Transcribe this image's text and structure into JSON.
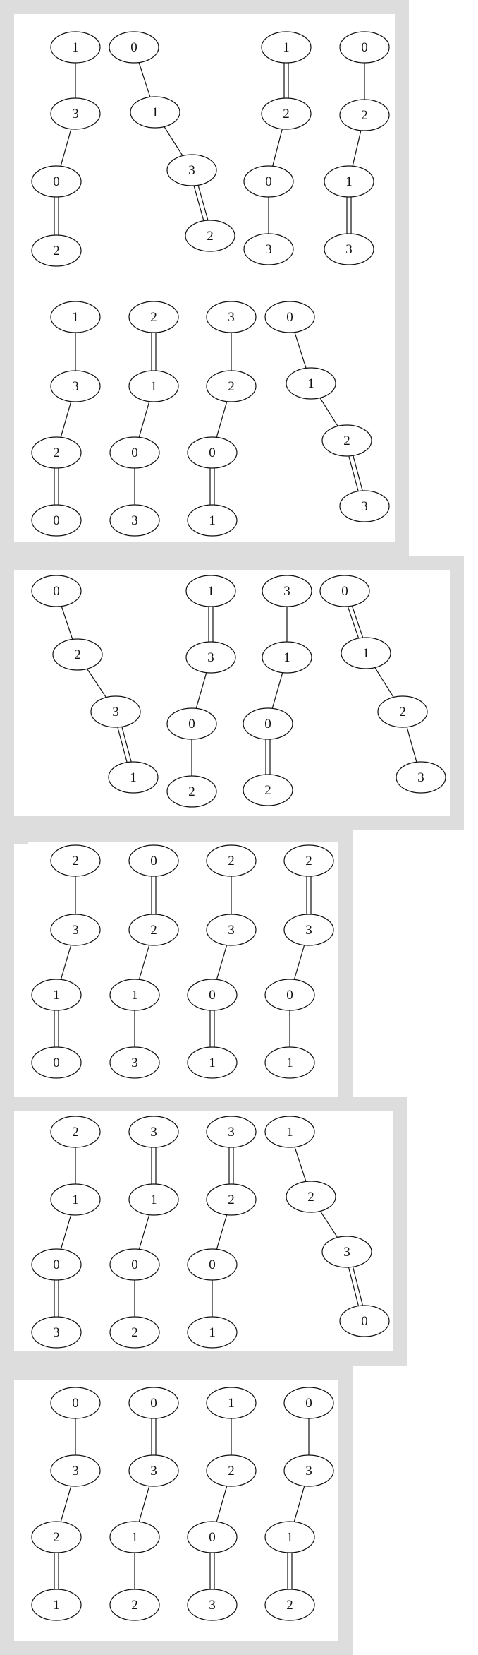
{
  "colors": {
    "background_frame": "#dddddd",
    "panel": "#ffffff",
    "stroke": "#111111",
    "text": "#111111"
  },
  "panels": [
    {
      "graphs": [
        {
          "nodes": [
            "1",
            "3",
            "0",
            "2"
          ],
          "edges": [
            [
              0,
              1,
              1
            ],
            [
              1,
              2,
              1
            ],
            [
              2,
              3,
              2
            ]
          ]
        },
        {
          "nodes": [
            "0",
            "1",
            "3",
            "2"
          ],
          "edges": [
            [
              0,
              1,
              1
            ],
            [
              1,
              2,
              1
            ],
            [
              2,
              3,
              2
            ]
          ]
        },
        {
          "nodes": [
            "1",
            "2",
            "0",
            "3"
          ],
          "edges": [
            [
              0,
              1,
              2
            ],
            [
              1,
              2,
              1
            ],
            [
              2,
              3,
              1
            ]
          ]
        },
        {
          "nodes": [
            "0",
            "2",
            "1",
            "3"
          ],
          "edges": [
            [
              0,
              1,
              1
            ],
            [
              1,
              2,
              1
            ],
            [
              2,
              3,
              2
            ]
          ]
        }
      ]
    },
    {
      "graphs": [
        {
          "nodes": [
            "1",
            "3",
            "2",
            "0"
          ],
          "edges": [
            [
              0,
              1,
              1
            ],
            [
              1,
              2,
              1
            ],
            [
              2,
              3,
              2
            ]
          ]
        },
        {
          "nodes": [
            "2",
            "1",
            "0",
            "3"
          ],
          "edges": [
            [
              0,
              1,
              2
            ],
            [
              1,
              2,
              1
            ],
            [
              2,
              3,
              1
            ]
          ]
        },
        {
          "nodes": [
            "3",
            "2",
            "0",
            "1"
          ],
          "edges": [
            [
              0,
              1,
              1
            ],
            [
              1,
              2,
              1
            ],
            [
              2,
              3,
              2
            ]
          ]
        },
        {
          "nodes": [
            "0",
            "1",
            "2",
            "3"
          ],
          "edges": [
            [
              0,
              1,
              1
            ],
            [
              1,
              2,
              1
            ],
            [
              2,
              3,
              2
            ]
          ]
        }
      ]
    },
    {
      "graphs": [
        {
          "nodes": [
            "0",
            "2",
            "3",
            "1"
          ],
          "edges": [
            [
              0,
              1,
              1
            ],
            [
              1,
              2,
              1
            ],
            [
              2,
              3,
              2
            ]
          ]
        },
        {
          "nodes": [
            "1",
            "3",
            "0",
            "2"
          ],
          "edges": [
            [
              0,
              1,
              2
            ],
            [
              1,
              2,
              1
            ],
            [
              2,
              3,
              1
            ]
          ]
        },
        {
          "nodes": [
            "3",
            "1",
            "0",
            "2"
          ],
          "edges": [
            [
              0,
              1,
              1
            ],
            [
              1,
              2,
              1
            ],
            [
              2,
              3,
              2
            ]
          ]
        },
        {
          "nodes": [
            "0",
            "1",
            "2",
            "3"
          ],
          "edges": [
            [
              0,
              1,
              2
            ],
            [
              1,
              2,
              1
            ],
            [
              2,
              3,
              1
            ]
          ]
        }
      ]
    },
    {
      "graphs": [
        {
          "nodes": [
            "2",
            "3",
            "1",
            "0"
          ],
          "edges": [
            [
              0,
              1,
              1
            ],
            [
              1,
              2,
              1
            ],
            [
              2,
              3,
              2
            ]
          ]
        },
        {
          "nodes": [
            "0",
            "2",
            "1",
            "3"
          ],
          "edges": [
            [
              0,
              1,
              2
            ],
            [
              1,
              2,
              1
            ],
            [
              2,
              3,
              1
            ]
          ]
        },
        {
          "nodes": [
            "2",
            "3",
            "0",
            "1"
          ],
          "edges": [
            [
              0,
              1,
              1
            ],
            [
              1,
              2,
              1
            ],
            [
              2,
              3,
              2
            ]
          ]
        },
        {
          "nodes": [
            "2",
            "3",
            "0",
            "1"
          ],
          "edges": [
            [
              0,
              1,
              2
            ],
            [
              1,
              2,
              1
            ],
            [
              2,
              3,
              1
            ]
          ]
        }
      ]
    },
    {
      "graphs": [
        {
          "nodes": [
            "2",
            "1",
            "0",
            "3"
          ],
          "edges": [
            [
              0,
              1,
              1
            ],
            [
              1,
              2,
              1
            ],
            [
              2,
              3,
              2
            ]
          ]
        },
        {
          "nodes": [
            "3",
            "1",
            "0",
            "2"
          ],
          "edges": [
            [
              0,
              1,
              2
            ],
            [
              1,
              2,
              1
            ],
            [
              2,
              3,
              1
            ]
          ]
        },
        {
          "nodes": [
            "3",
            "2",
            "0",
            "1"
          ],
          "edges": [
            [
              0,
              1,
              2
            ],
            [
              1,
              2,
              1
            ],
            [
              2,
              3,
              1
            ]
          ]
        },
        {
          "nodes": [
            "1",
            "2",
            "3",
            "0"
          ],
          "edges": [
            [
              0,
              1,
              1
            ],
            [
              1,
              2,
              1
            ],
            [
              2,
              3,
              2
            ]
          ]
        }
      ]
    },
    {
      "graphs": [
        {
          "nodes": [
            "0",
            "3",
            "2",
            "1"
          ],
          "edges": [
            [
              0,
              1,
              1
            ],
            [
              1,
              2,
              1
            ],
            [
              2,
              3,
              2
            ]
          ]
        },
        {
          "nodes": [
            "0",
            "3",
            "1",
            "2"
          ],
          "edges": [
            [
              0,
              1,
              2
            ],
            [
              1,
              2,
              1
            ],
            [
              2,
              3,
              1
            ]
          ]
        },
        {
          "nodes": [
            "1",
            "2",
            "0",
            "3"
          ],
          "edges": [
            [
              0,
              1,
              1
            ],
            [
              1,
              2,
              1
            ],
            [
              2,
              3,
              2
            ]
          ]
        },
        {
          "nodes": [
            "0",
            "3",
            "1",
            "2"
          ],
          "edges": [
            [
              0,
              1,
              1
            ],
            [
              1,
              2,
              1
            ],
            [
              2,
              3,
              2
            ]
          ]
        }
      ]
    }
  ]
}
